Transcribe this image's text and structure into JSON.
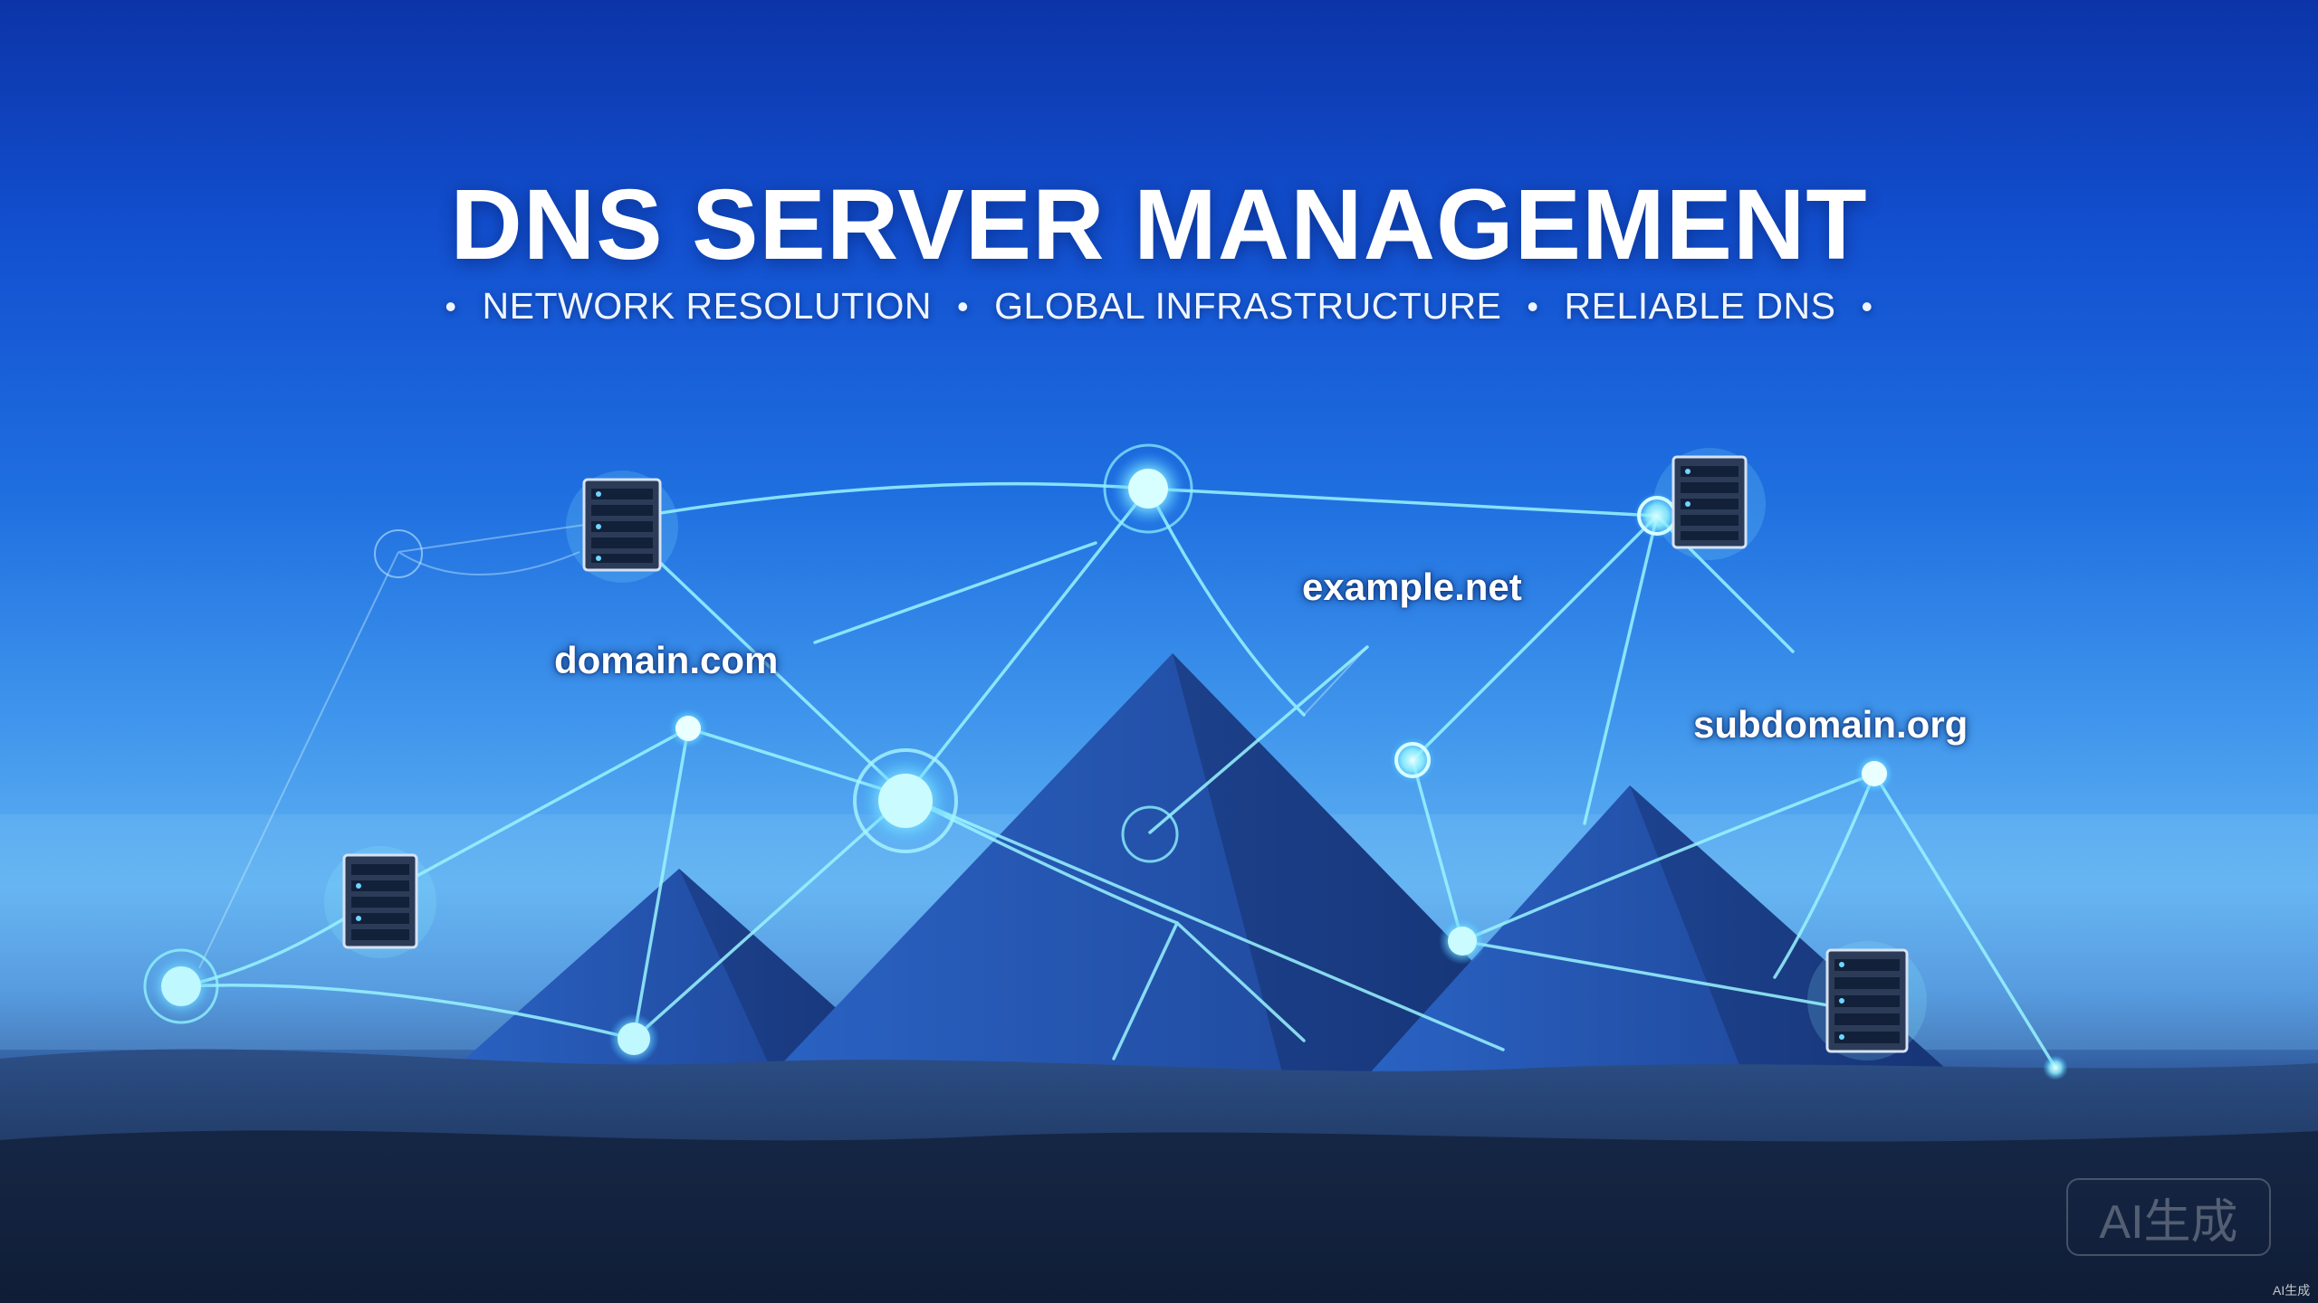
{
  "title": "DNS SERVER MANAGEMENT",
  "tagline": {
    "items": [
      "NETWORK RESOLUTION",
      "GLOBAL INFRASTRUCTURE",
      "RELIABLE DNS"
    ],
    "separator": "•"
  },
  "labels": {
    "domain_com": "domain.com",
    "example_net": "example.net",
    "subdomain_org": "subdomain.org"
  },
  "watermark": "AI生成",
  "corner_mark": "AI生成",
  "colors": {
    "sky_top": "#0c34a8",
    "sky_horizon": "#5fb1f2",
    "network_glow": "#8ff3ff",
    "pyramid": "#1e4fa8",
    "desert": "#17284a"
  },
  "icons": [
    "server-rack-icon",
    "network-node-icon"
  ]
}
